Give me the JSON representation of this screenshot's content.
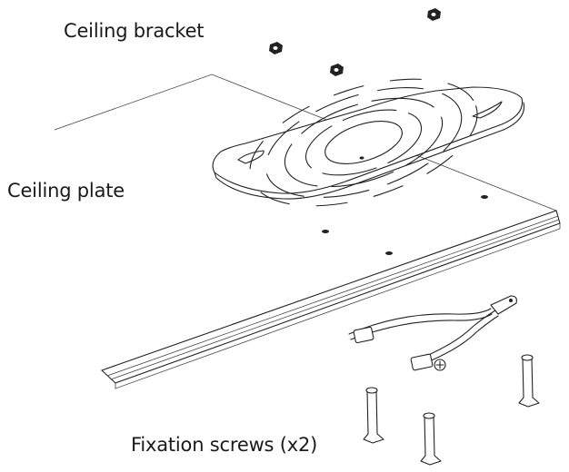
{
  "labels": {
    "ceiling_bracket": "Ceiling bracket",
    "ceiling_plate": "Ceiling plate",
    "fixation_screws": "Fixation screws (x2)"
  },
  "colors": {
    "line": "#222222",
    "background": "#ffffff"
  }
}
